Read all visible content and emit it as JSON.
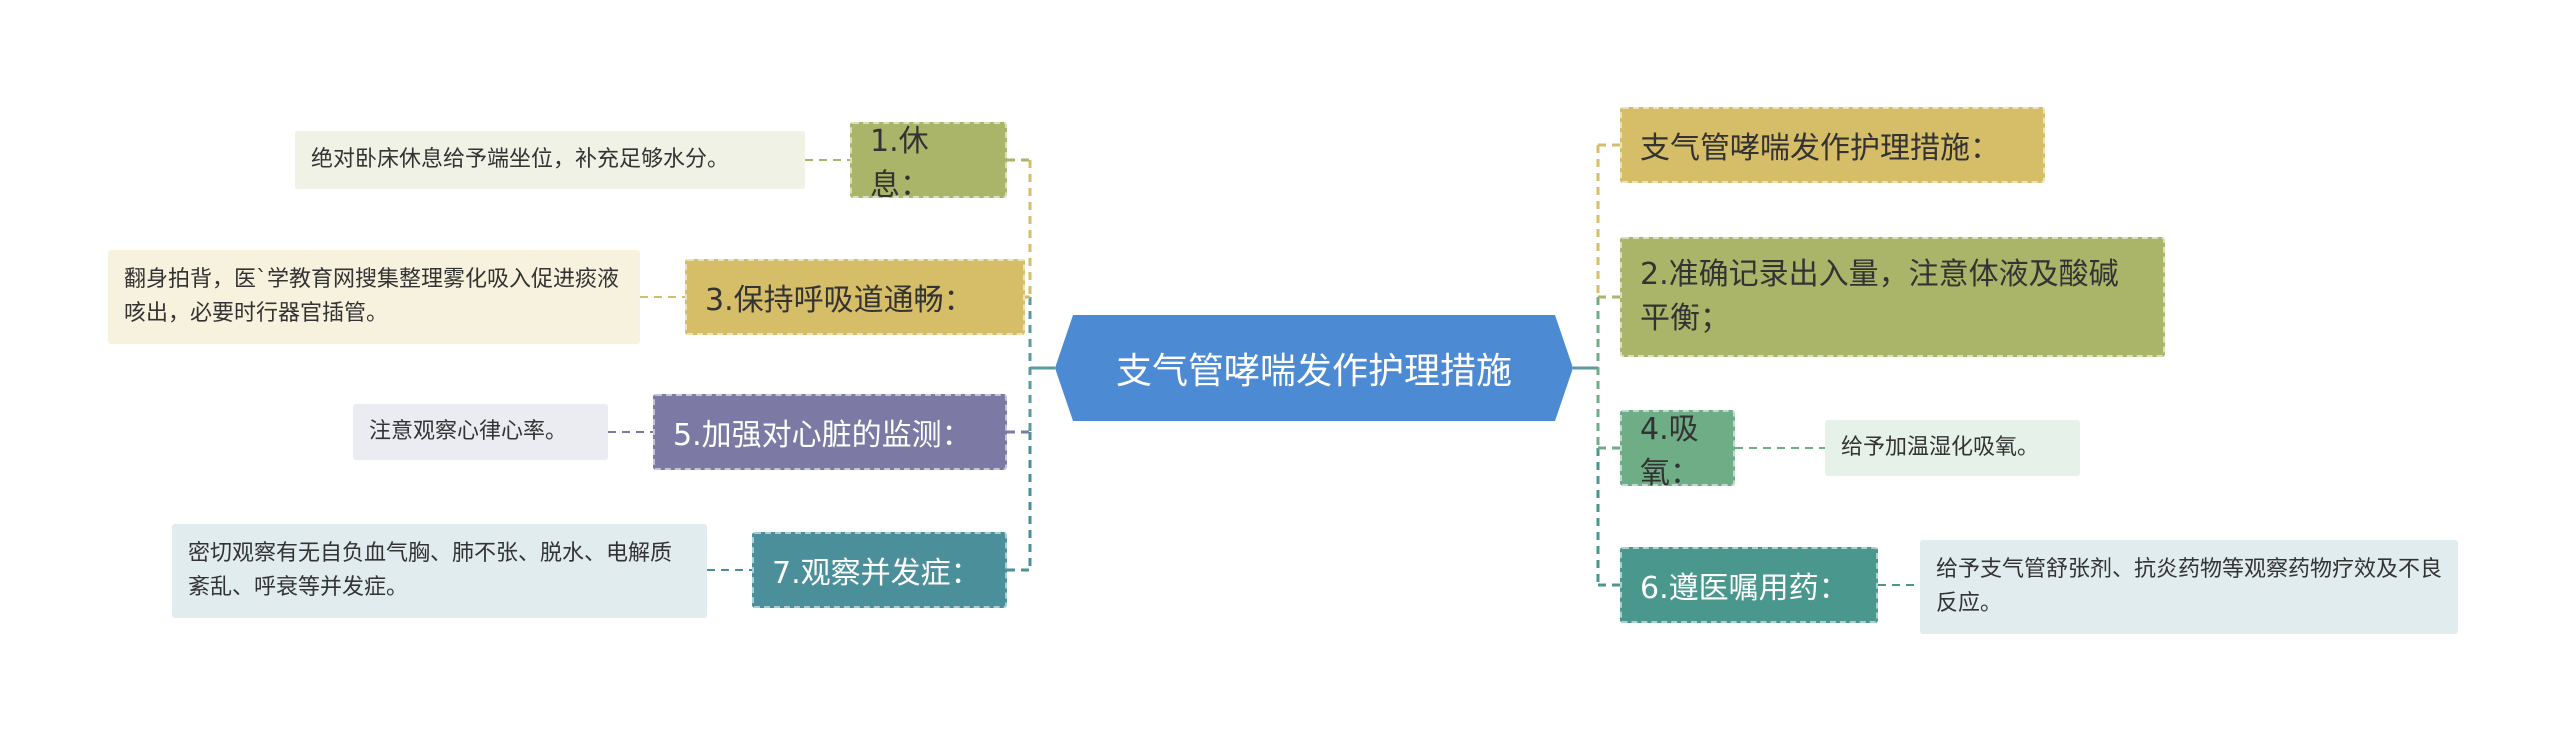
{
  "colors": {
    "center": "#4d8ad4",
    "olive": "#aab56a",
    "gold": "#d6bd68",
    "purple": "#7c7aa4",
    "teal": "#4a8f99",
    "green": "#6fad87",
    "tealDark": "#4a978e",
    "leafOlive": "#f1f2e6",
    "leafGold": "#f7f2dd",
    "leafPurple": "#ebebf2",
    "leafTeal": "#e1ecee",
    "leafGreen": "#e6f1ea"
  },
  "center": {
    "label": "支气管哮喘发作护理措施"
  },
  "left": [
    {
      "label": "1.休息：",
      "leaf": "绝对卧床休息给予端坐位，补充足够水分。"
    },
    {
      "label": "3.保持呼吸道通畅：",
      "leaf": "翻身拍背，医`学教育网搜集整理雾化吸入促进痰液咳出，必要时行器官插管。"
    },
    {
      "label": "5.加强对心脏的监测：",
      "leaf": "注意观察心律心率。"
    },
    {
      "label": "7.观察并发症：",
      "leaf": "密切观察有无自负血气胸、肺不张、脱水、电解质紊乱、呼衰等并发症。"
    }
  ],
  "right": [
    {
      "label": "支气管哮喘发作护理措施："
    },
    {
      "label": "2.准确记录出入量，注意体液及酸碱平衡；"
    },
    {
      "label": "4.吸氧：",
      "leaf": "给予加温湿化吸氧。"
    },
    {
      "label": "6.遵医嘱用药：",
      "leaf": "给予支气管舒张剂、抗炎药物等观察药物疗效及不良反应。"
    }
  ]
}
